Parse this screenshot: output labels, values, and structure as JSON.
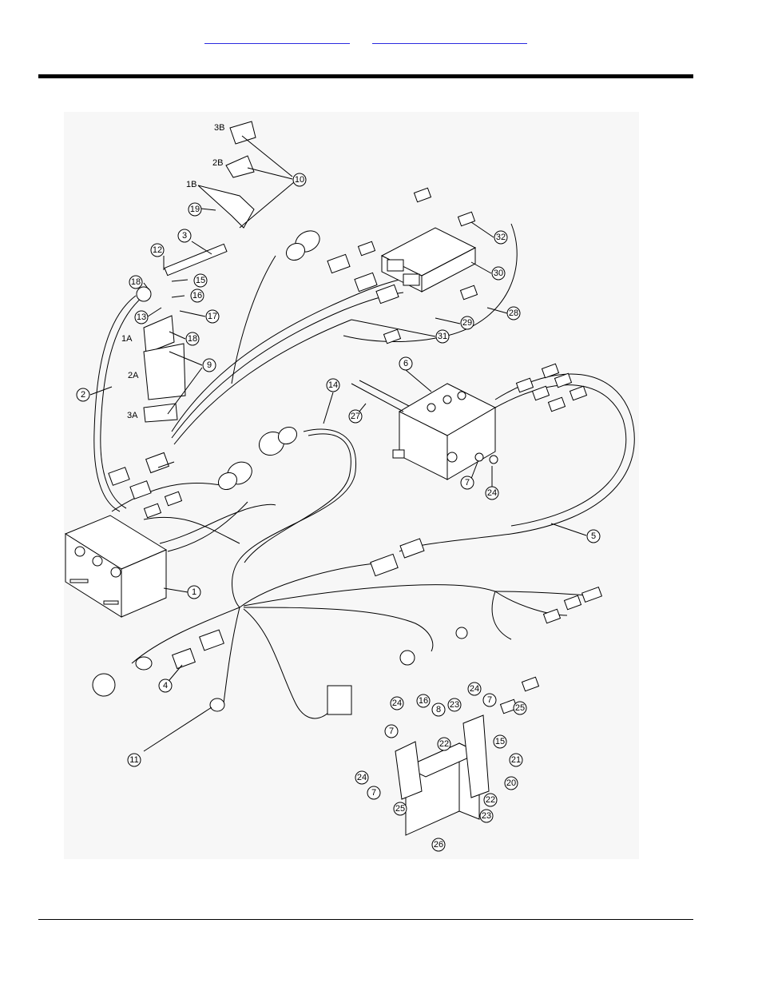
{
  "header": {
    "links": [
      {
        "name": "link-table-of-contents",
        "text": ""
      },
      {
        "name": "link-part-number-index",
        "text": ""
      }
    ]
  },
  "diagram": {
    "callouts": [
      "1",
      "2",
      "3",
      "4",
      "5",
      "6",
      "7",
      "8",
      "9",
      "10",
      "11",
      "12",
      "13",
      "14",
      "15",
      "16",
      "17",
      "18",
      "19",
      "20",
      "21",
      "22",
      "23",
      "24",
      "25",
      "26",
      "27",
      "28",
      "29",
      "30",
      "31",
      "32"
    ],
    "bracket_labels": {
      "b3B": "3B",
      "b2B": "2B",
      "b1B": "1B",
      "b1A": "1A",
      "b2A": "2A",
      "b3A": "3A"
    }
  }
}
